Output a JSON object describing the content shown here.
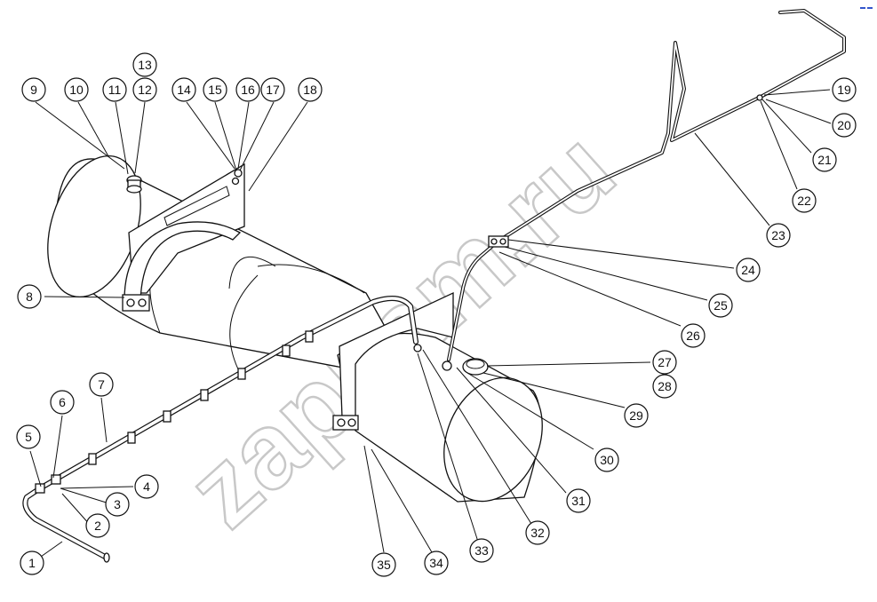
{
  "watermark": "zapkam.ru",
  "callouts": [
    {
      "id": "1",
      "label": "1"
    },
    {
      "id": "2",
      "label": "2"
    },
    {
      "id": "3",
      "label": "3"
    },
    {
      "id": "4",
      "label": "4"
    },
    {
      "id": "5",
      "label": "5"
    },
    {
      "id": "6",
      "label": "6"
    },
    {
      "id": "7",
      "label": "7"
    },
    {
      "id": "8",
      "label": "8"
    },
    {
      "id": "9",
      "label": "9"
    },
    {
      "id": "10",
      "label": "10"
    },
    {
      "id": "11",
      "label": "11"
    },
    {
      "id": "12",
      "label": "12"
    },
    {
      "id": "13",
      "label": "13"
    },
    {
      "id": "14",
      "label": "14"
    },
    {
      "id": "15",
      "label": "15"
    },
    {
      "id": "16",
      "label": "16"
    },
    {
      "id": "17",
      "label": "17"
    },
    {
      "id": "18",
      "label": "18"
    },
    {
      "id": "19",
      "label": "19"
    },
    {
      "id": "20",
      "label": "20"
    },
    {
      "id": "21",
      "label": "21"
    },
    {
      "id": "22",
      "label": "22"
    },
    {
      "id": "23",
      "label": "23"
    },
    {
      "id": "24",
      "label": "24"
    },
    {
      "id": "25",
      "label": "25"
    },
    {
      "id": "26",
      "label": "26"
    },
    {
      "id": "27",
      "label": "27"
    },
    {
      "id": "28",
      "label": "28"
    },
    {
      "id": "29",
      "label": "29"
    },
    {
      "id": "30",
      "label": "30"
    },
    {
      "id": "31",
      "label": "31"
    },
    {
      "id": "32",
      "label": "32"
    },
    {
      "id": "33",
      "label": "33"
    },
    {
      "id": "34",
      "label": "34"
    },
    {
      "id": "35",
      "label": "35"
    }
  ]
}
